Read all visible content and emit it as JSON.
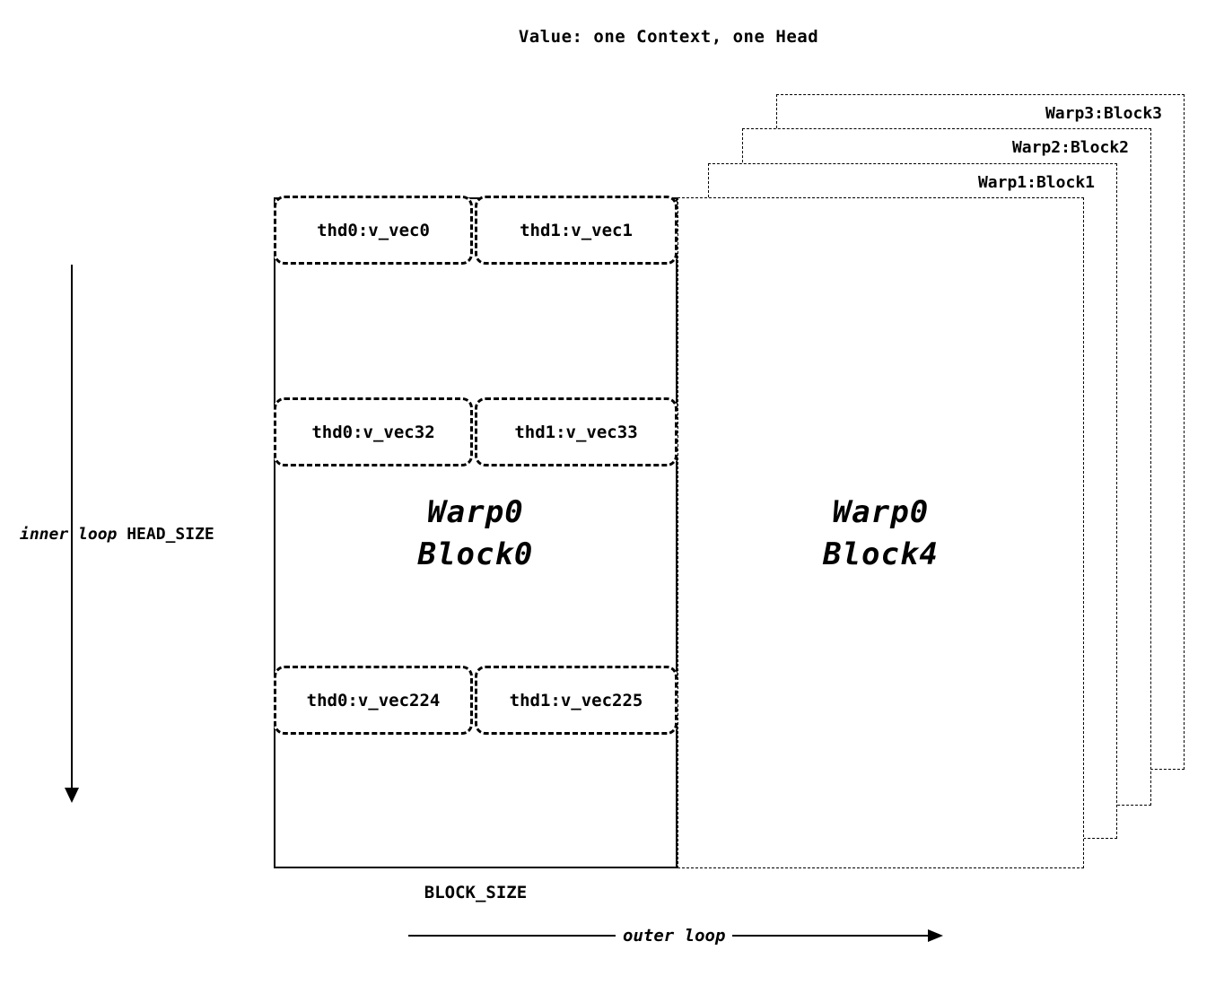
{
  "title": "Value: one Context, one Head",
  "stack": [
    {
      "label": "Warp3:Block3"
    },
    {
      "label": "Warp2:Block2"
    },
    {
      "label": "Warp1:Block1"
    }
  ],
  "block4": {
    "line1": "Warp0",
    "line2": "Block4"
  },
  "block0": {
    "line1": "Warp0",
    "line2": "Block0"
  },
  "threads": [
    {
      "label": "thd0:v_vec0"
    },
    {
      "label": "thd1:v_vec1"
    },
    {
      "label": "thd0:v_vec32"
    },
    {
      "label": "thd1:v_vec33"
    },
    {
      "label": "thd0:v_vec224"
    },
    {
      "label": "thd1:v_vec225"
    }
  ],
  "axes": {
    "inner_loop": "inner loop",
    "head_size": "HEAD_SIZE",
    "block_size": "BLOCK_SIZE",
    "outer_loop": "outer loop"
  }
}
